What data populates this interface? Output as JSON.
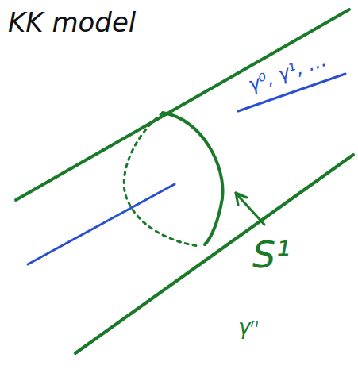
{
  "diagram": {
    "title": "KK model",
    "labels": [
      "γ⁰, γ¹, …",
      "S¹",
      "γⁿ"
    ]
  }
}
